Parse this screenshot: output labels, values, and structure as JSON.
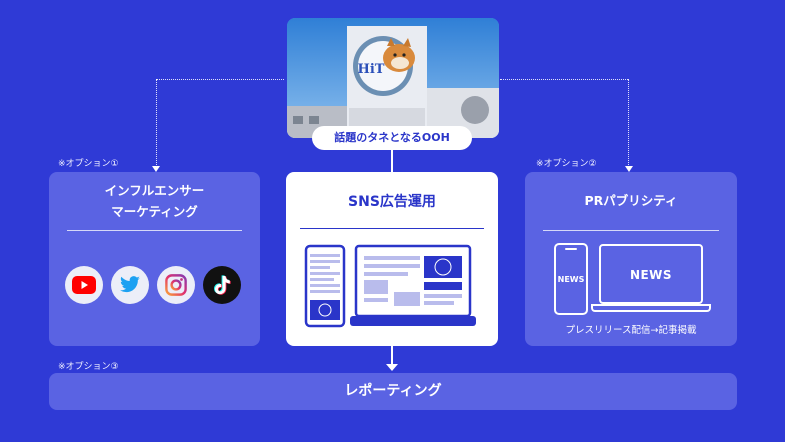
{
  "ooh": {
    "label": "話題のタネとなるOOH",
    "billboard_text": "HiT",
    "colors": {
      "sky": "#4a8fd8",
      "building": "#e9ecf2"
    }
  },
  "options": {
    "opt1": "※オプション①",
    "opt2": "※オプション②",
    "opt3": "※オプション③"
  },
  "influencer": {
    "title_line1": "インフルエンサー",
    "title_line2": "マーケティング",
    "icons": [
      "youtube-icon",
      "twitter-icon",
      "instagram-icon",
      "tiktok-icon"
    ]
  },
  "sns": {
    "title": "SNS広告運用"
  },
  "pr": {
    "title": "PRパブリシティ",
    "phone_news": "NEWS",
    "laptop_news": "NEWS",
    "caption": "プレスリリース配信→記事掲載"
  },
  "reporting": {
    "label": "レポーティング"
  },
  "colors": {
    "background": "#2f3ad6",
    "card": "#5a63e3",
    "accent": "#2a35c9",
    "white": "#ffffff"
  }
}
